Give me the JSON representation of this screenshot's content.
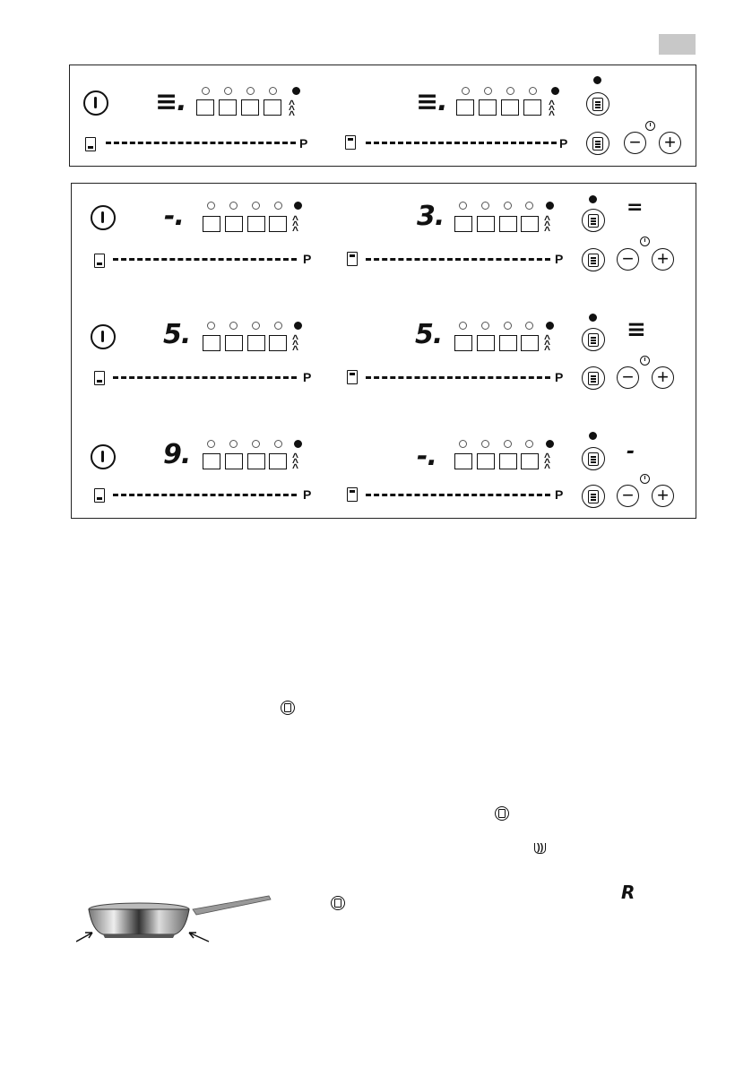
{
  "page": {
    "corner_tab_color": "#c8c8c8"
  },
  "top_panel": {
    "left_zone": {
      "level": "≡.",
      "dots": 5,
      "active_dot": 5
    },
    "right_zone": {
      "level": "≡.",
      "dots": 5,
      "active_dot": 5
    },
    "slider_label_left": "P",
    "slider_label_right": "P",
    "minus": "−",
    "plus": "+"
  },
  "bottom_panel": {
    "rows": [
      {
        "left_level": "-.",
        "right_level": "3.",
        "left_p": "P",
        "right_p": "P",
        "side_display": "="
      },
      {
        "left_level": "5.",
        "right_level": "5.",
        "left_p": "P",
        "right_p": "P",
        "side_display": "≡"
      },
      {
        "left_level": "9.",
        "right_level": "-.",
        "left_p": "P",
        "right_p": "P",
        "side_display": "-"
      }
    ],
    "minus": "−",
    "plus": "+"
  },
  "body_text": {
    "heat_icon_label": "))",
    "display_A": "R"
  }
}
